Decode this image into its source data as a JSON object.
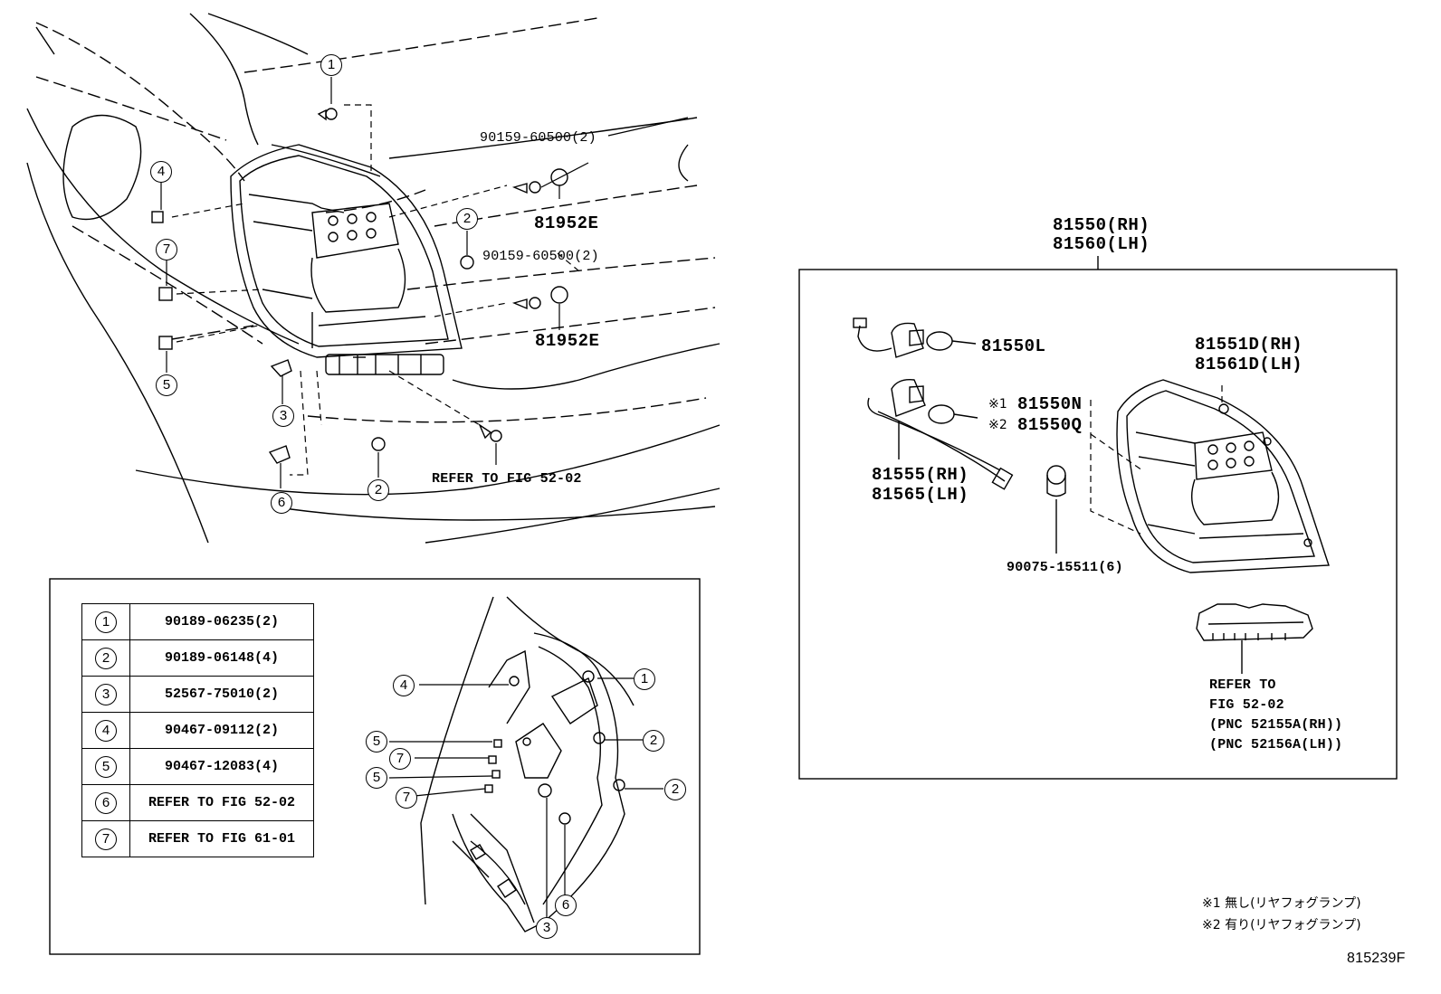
{
  "diagram_id": "815239F",
  "callouts": {
    "c1": "1",
    "c2": "2",
    "c3": "3",
    "c4": "4",
    "c5": "5",
    "c6": "6",
    "c7": "7"
  },
  "parts": {
    "screw_a": "90159-60500(2)",
    "screw_b": "90159-60500(2)",
    "cap_a": "81952E",
    "cap_b": "81952E",
    "refer_main": "REFER TO FIG 52-02",
    "assy_rh": "81550(RH)",
    "assy_lh": "81560(LH)",
    "socket_l": "81550L",
    "socket_n_mark": "※1",
    "socket_n": "81550N",
    "socket_q_mark": "※2",
    "socket_q": "81550Q",
    "wire_rh": "81555(RH)",
    "wire_lh": "81565(LH)",
    "lens_rh": "81551D(RH)",
    "lens_lh": "81561D(LH)",
    "bulb": "90075-15511(6)",
    "refer_box_1": "REFER TO",
    "refer_box_2": "FIG 52-02",
    "refer_box_3": "(PNC 52155A(RH))",
    "refer_box_4": "(PNC 52156A(LH))"
  },
  "legend": [
    {
      "num": "1",
      "part": "90189-06235(2)"
    },
    {
      "num": "2",
      "part": "90189-06148(4)"
    },
    {
      "num": "3",
      "part": "52567-75010(2)"
    },
    {
      "num": "4",
      "part": "90467-09112(2)"
    },
    {
      "num": "5",
      "part": "90467-12083(4)"
    },
    {
      "num": "6",
      "part": "REFER TO FIG 52-02"
    },
    {
      "num": "7",
      "part": "REFER TO FIG 61-01"
    }
  ],
  "notes": {
    "note1": "※1 無し(リヤフォグランプ)",
    "note2": "※2 有り(リヤフォグランプ)"
  }
}
